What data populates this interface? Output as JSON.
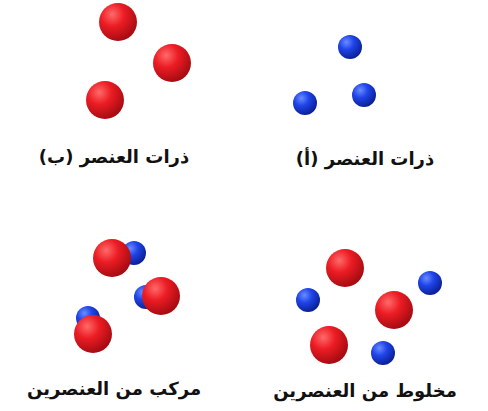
{
  "diagram": {
    "labels": [
      "ذرات العنصر (أ)",
      "ذرات العنصر (ب)",
      "مخلوط من العنصرين",
      "مركب من العنصرين"
    ]
  }
}
